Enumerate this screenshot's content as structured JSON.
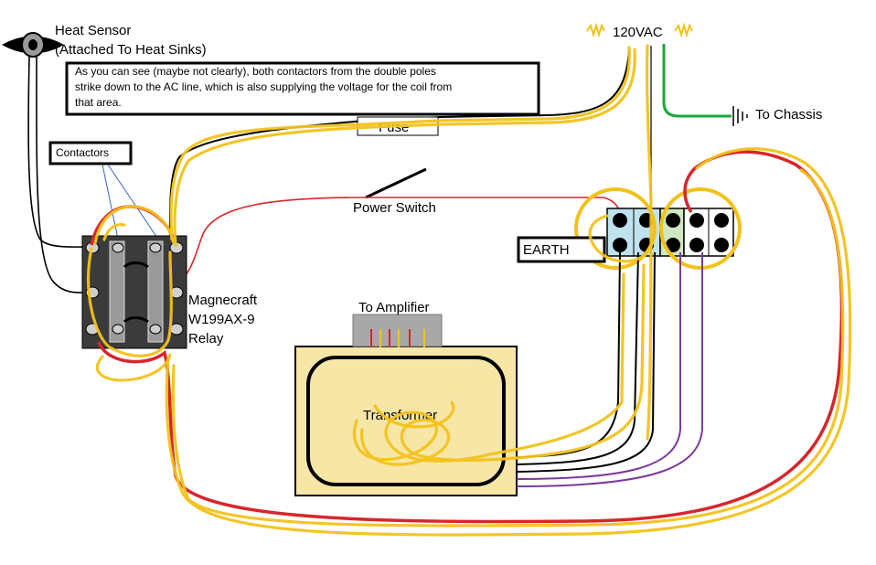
{
  "labels": {
    "heat_sensor_line1": "Heat Sensor",
    "heat_sensor_line2": "(Attached To Heat Sinks)",
    "note_line1": "As you can see (maybe not clearly), both contactors from the double poles",
    "note_line2": "strike down to the AC line, which is also supplying the voltage for the coil from",
    "note_line3": "that area.",
    "contactors": "Contactors",
    "fuse": "Fuse",
    "power_switch": "Power Switch",
    "ac_source": "120VAC",
    "to_chassis": "To Chassis",
    "earth": "EARTH",
    "relay_line1": "Magnecraft",
    "relay_line2": "W199AX-9",
    "relay_line3": "Relay",
    "to_amplifier": "To Amplifier",
    "transformer": "Transformer"
  },
  "colors": {
    "highlight_yellow": "#f2c21b",
    "wire_red": "#d8252b",
    "wire_black": "#000000",
    "wire_green": "#1ca53a",
    "wire_purple": "#7a3a9a",
    "wire_blue": "#3a66c4",
    "transformer_fill": "#f7e6a6",
    "terminal_fill": "#bfe3ee",
    "terminal_fill_green": "#cfe8c2",
    "relay_body": "#3b3b3b"
  }
}
